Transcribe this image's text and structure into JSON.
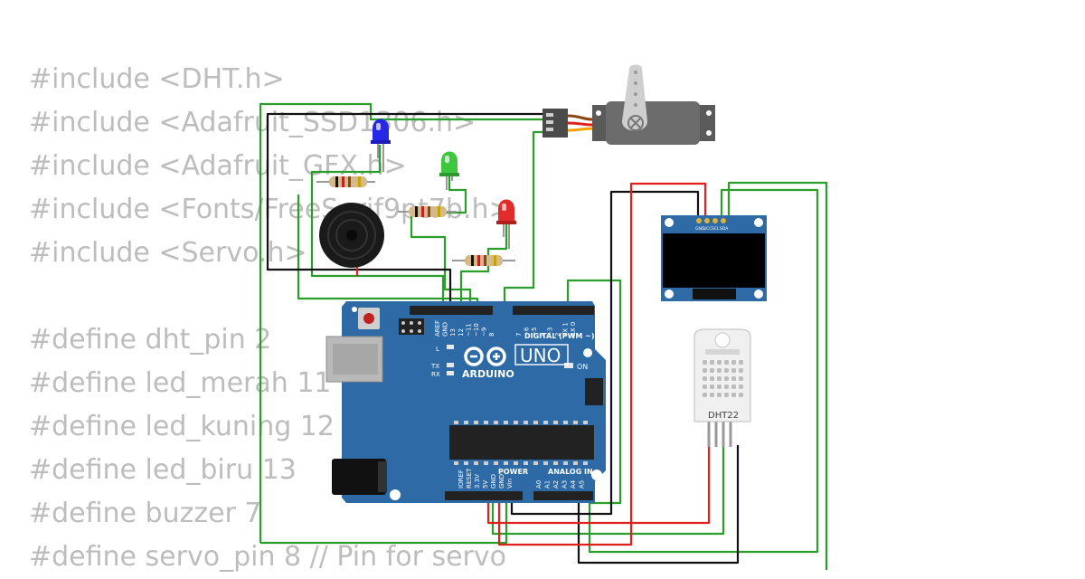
{
  "code_lines": [
    "#include <DHT.h>",
    "#include <Adafruit_SSD1306.h>",
    "#include <Adafruit_GFX.h>",
    "#include <Fonts/FreeSerif9pt7b.h>",
    "#include <Servo.h>",
    "",
    "#define dht_pin 2",
    "#define led_merah 11",
    "#define led_kuning 12",
    "#define led_biru 13",
    "#define buzzer 7",
    "#define servo_pin 8 // Pin for servo"
  ],
  "arduino": {
    "brand": "ARDUINO",
    "model": "UNO",
    "digital_label": "DIGITAL (PWM ~)",
    "power_label": "POWER",
    "analog_label": "ANALOG IN",
    "on_label": "ON",
    "l_label": "L",
    "tx_label": "TX",
    "rx_label": "RX",
    "top_pins": [
      "AREF",
      "GND",
      "13",
      "12",
      "~11",
      "~10",
      "~9",
      "8",
      "7",
      "~6",
      "~5",
      "4",
      "~3",
      "2",
      "TX 1",
      "RX 0"
    ],
    "power_pins": [
      "IOREF",
      "RESET",
      "3.3V",
      "5V",
      "GND",
      "GND",
      "Vin"
    ],
    "analog_pins": [
      "A0",
      "A1",
      "A2",
      "A3",
      "A4",
      "A5"
    ]
  },
  "oled": {
    "pins": [
      "GND",
      "VCC",
      "SCL",
      "SDA"
    ]
  },
  "dht": {
    "label": "DHT22"
  },
  "colors": {
    "board": "#2d6aa6",
    "wire_green": "#2a9d2a",
    "wire_black": "#111111",
    "wire_red": "#e0201c",
    "led_blue": "#2727e8",
    "led_green": "#3ec73e",
    "led_red": "#e22b2b",
    "servo_body": "#6c6c6c"
  },
  "icons": [
    "usb-port-icon",
    "power-jack-icon",
    "reset-button-icon",
    "arduino-infinity-logo-icon",
    "servo-horn-icon",
    "buzzer-icon"
  ]
}
